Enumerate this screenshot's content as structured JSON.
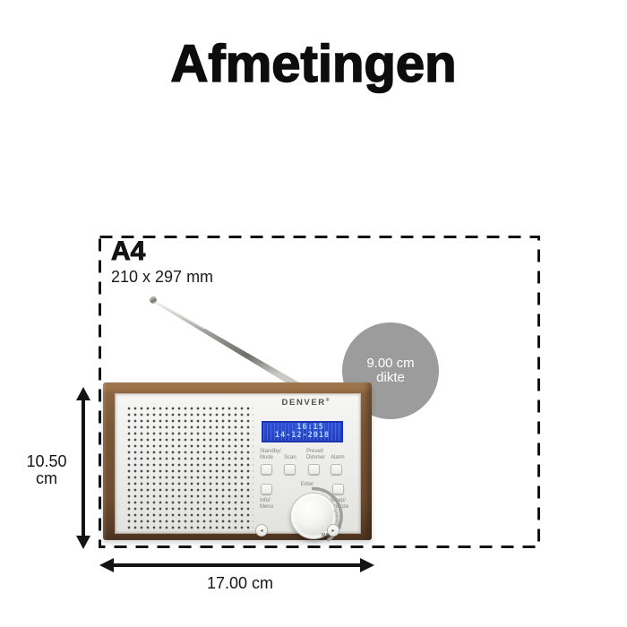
{
  "title": "Afmetingen",
  "a4": {
    "label": "A4",
    "size": "210 x 297 mm"
  },
  "badge": {
    "line1": "9.00 cm",
    "line2": "dikte"
  },
  "dims": {
    "height_l1": "10.50",
    "height_l2": "cm",
    "width": "17.00 cm"
  },
  "radio": {
    "brand": "DENVER",
    "brand_reg": "®",
    "display": {
      "time": "16:15",
      "date": "14-12-2018"
    },
    "labels": {
      "standby_l1": "Standby/",
      "standby_l2": "Mode",
      "scan": "Scan",
      "preset_l1": "Preset/",
      "preset_l2": "Dimmer",
      "alarm": "Alarm",
      "info_l1": "Info/",
      "info_l2": "Menu",
      "sleep_l1": "Sleep/",
      "sleep_l2": "Snooze",
      "enter": "Enter",
      "volume": "VOLUME",
      "max": "MAX",
      "prev": "◂",
      "next": "▸"
    }
  },
  "colors": {
    "ink": "#141414",
    "badge_bg": "#9c9c9c",
    "wood": "#7b5737",
    "panel": "#ececea",
    "display_bg": "#2e4cd8",
    "display_text": "#a9dcff"
  }
}
